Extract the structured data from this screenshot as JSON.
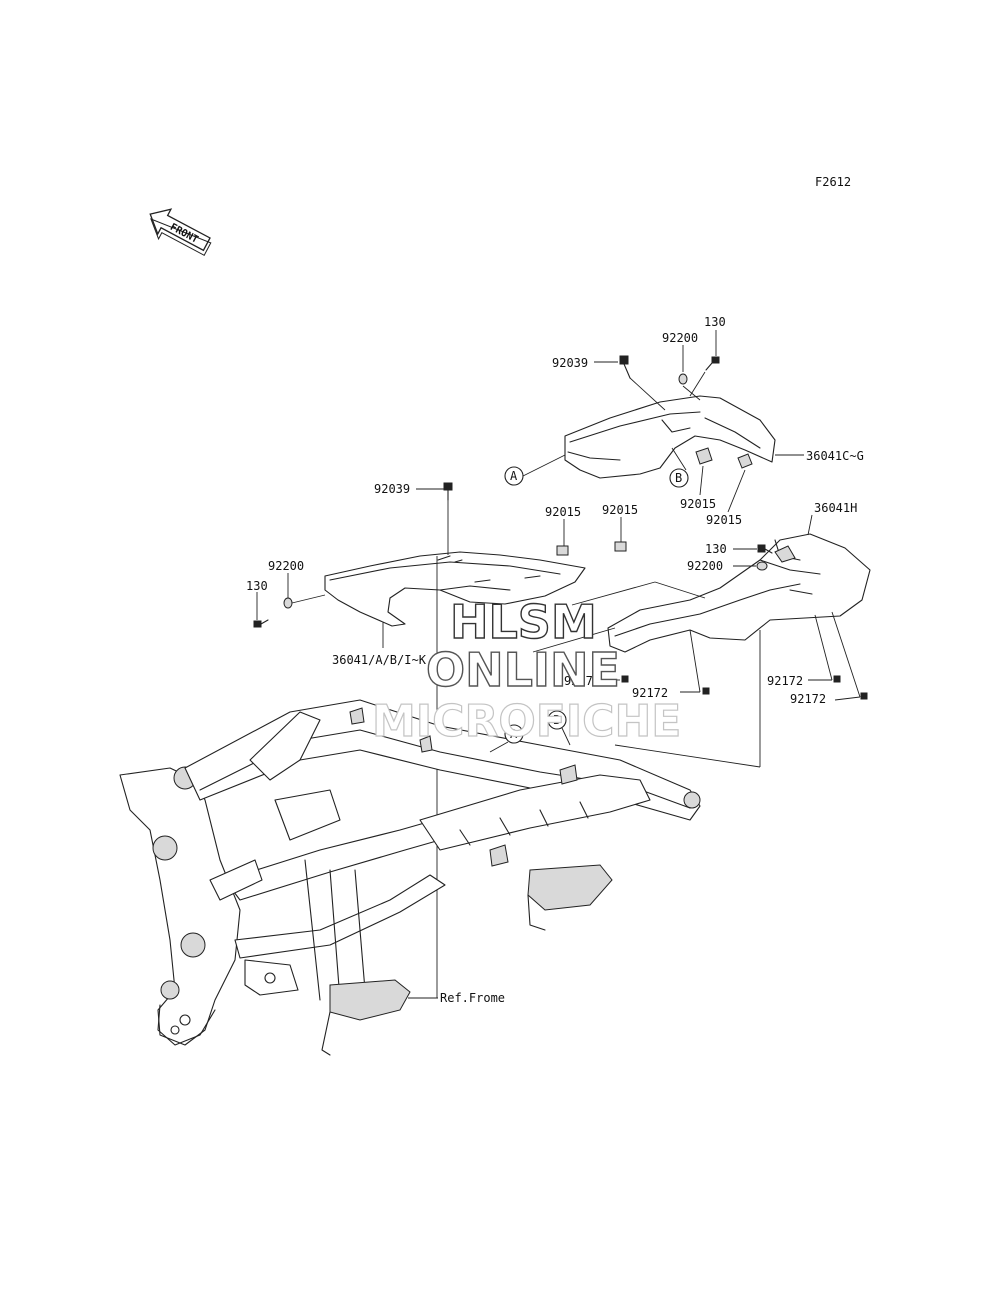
{
  "figure_id": "F2612",
  "front_arrow": {
    "label": "FRONT",
    "icon": "front-direction-arrow-icon"
  },
  "callouts": {
    "circle_a": "A",
    "circle_b": "B"
  },
  "part_labels": {
    "top_92039": "92039",
    "top_92200": "92200",
    "top_130": "130",
    "cover_c_g": "36041C~G",
    "r_92015_a": "92015",
    "r_92015_b": "92015",
    "mid_92039": "92039",
    "mid_92015_a": "92015",
    "mid_92015_b": "92015",
    "cover_h": "36041H",
    "right_130": "130",
    "right_92200": "92200",
    "left_92200": "92200",
    "left_130": "130",
    "cover_a_b_i_k": "36041/A/B/I~K",
    "c_92172_a": "92172",
    "c_92172_b": "92172",
    "r_92172_a": "92172",
    "r_92172_b": "92172",
    "ref_frame": "Ref.Frome"
  },
  "watermark": {
    "line1": "HLSM",
    "line2": "ONLINE",
    "line3": "MICROFICHE"
  }
}
